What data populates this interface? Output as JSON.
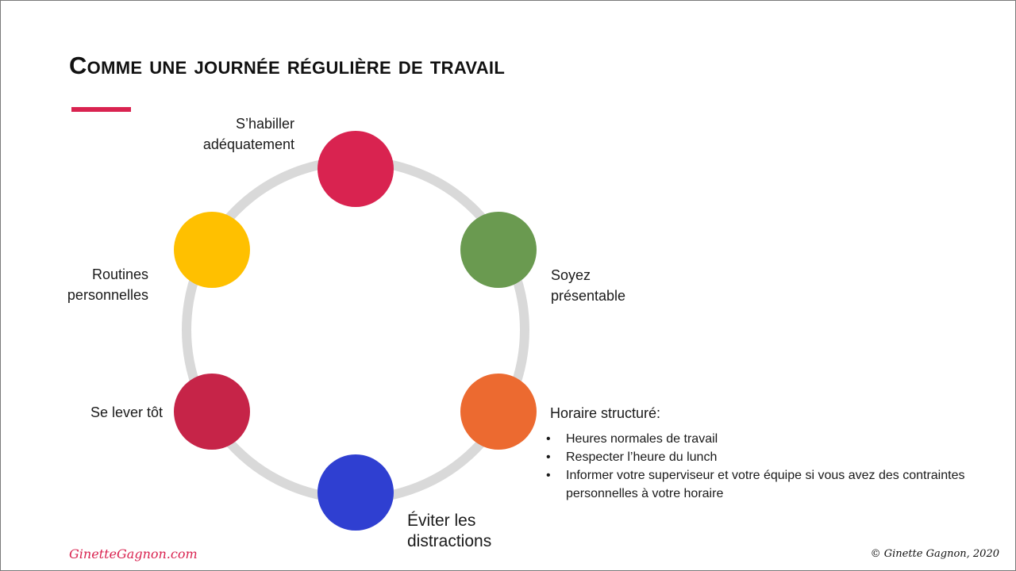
{
  "slide": {
    "title": "Comme une journée régulière de travail",
    "accent_color": "#d92350"
  },
  "diagram": {
    "ring_color": "#d9d9d9",
    "nodes": [
      {
        "label": "S’habiller adéquatement",
        "color": "#d92350"
      },
      {
        "label": "Soyez présentable",
        "color": "#6a9a50"
      },
      {
        "label": "Horaire structuré:",
        "color": "#ec6a30"
      },
      {
        "label": "Éviter les distractions",
        "color": "#2f3fd1"
      },
      {
        "label": "Se lever tôt",
        "color": "#c62448"
      },
      {
        "label": "Routines personnelles",
        "color": "#ffc000"
      }
    ],
    "schedule_bullets": [
      "Heures normales de travail",
      "Respecter l’heure du lunch",
      "Informer votre superviseur et votre équipe si vous avez des contraintes personnelles à votre horaire"
    ]
  },
  "footer": {
    "website": "GinetteGagnon.com",
    "copyright": "© Ginette Gagnon, 2020"
  }
}
